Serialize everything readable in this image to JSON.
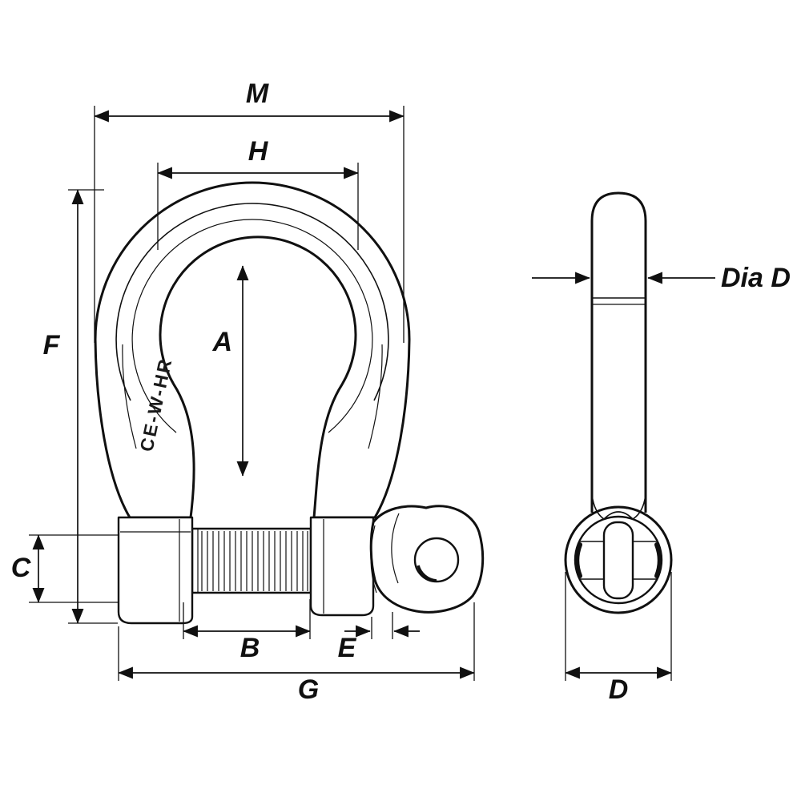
{
  "diagram": {
    "marking": "CE-W-HR",
    "colors": {
      "line": "#101010",
      "background": "#ffffff"
    },
    "dimensions": {
      "M": "M",
      "H": "H",
      "A": "A",
      "F": "F",
      "C": "C",
      "B": "B",
      "E": "E",
      "G": "G",
      "D": "D",
      "DiaD": "Dia D"
    }
  }
}
